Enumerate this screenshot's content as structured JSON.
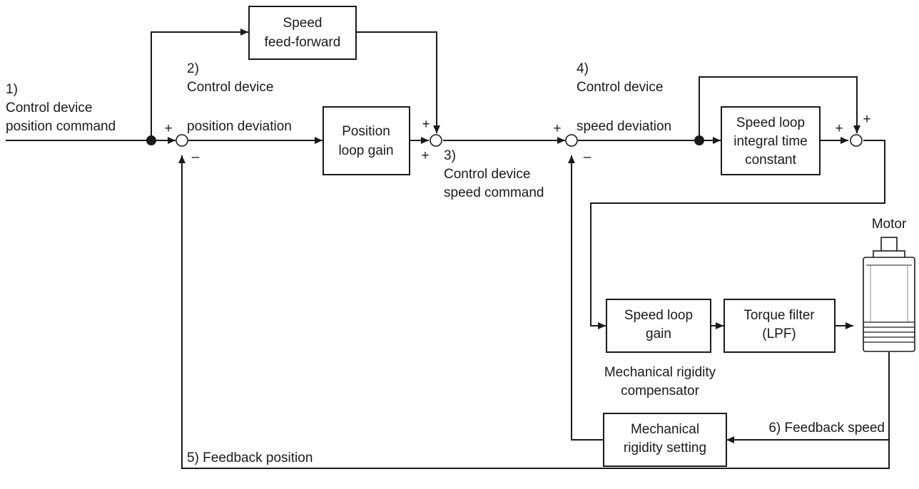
{
  "signals": {
    "s1": [
      "1)",
      "Control device",
      "position command"
    ],
    "s2": [
      "2)",
      "Control device",
      "position deviation"
    ],
    "s3": [
      "3)",
      "Control device",
      "speed command"
    ],
    "s4": [
      "4)",
      "Control device",
      "speed deviation"
    ],
    "s5": "5) Feedback position",
    "s6": "6) Feedback speed"
  },
  "blocks": {
    "speed_ff": [
      "Speed",
      "feed-forward"
    ],
    "position_loop_gain": [
      "Position",
      "loop gain"
    ],
    "speed_integral": [
      "Speed loop",
      "integral time",
      "constant"
    ],
    "speed_loop_gain": [
      "Speed loop",
      "gain"
    ],
    "torque_filter": [
      "Torque filter",
      "(LPF)"
    ],
    "mech_rigidity": [
      "Mechanical",
      "rigidity setting"
    ]
  },
  "labels": {
    "motor": "Motor",
    "compensator": [
      "Mechanical rigidity",
      "compensator"
    ]
  },
  "signs": {
    "plus": "+",
    "minus": "–"
  }
}
